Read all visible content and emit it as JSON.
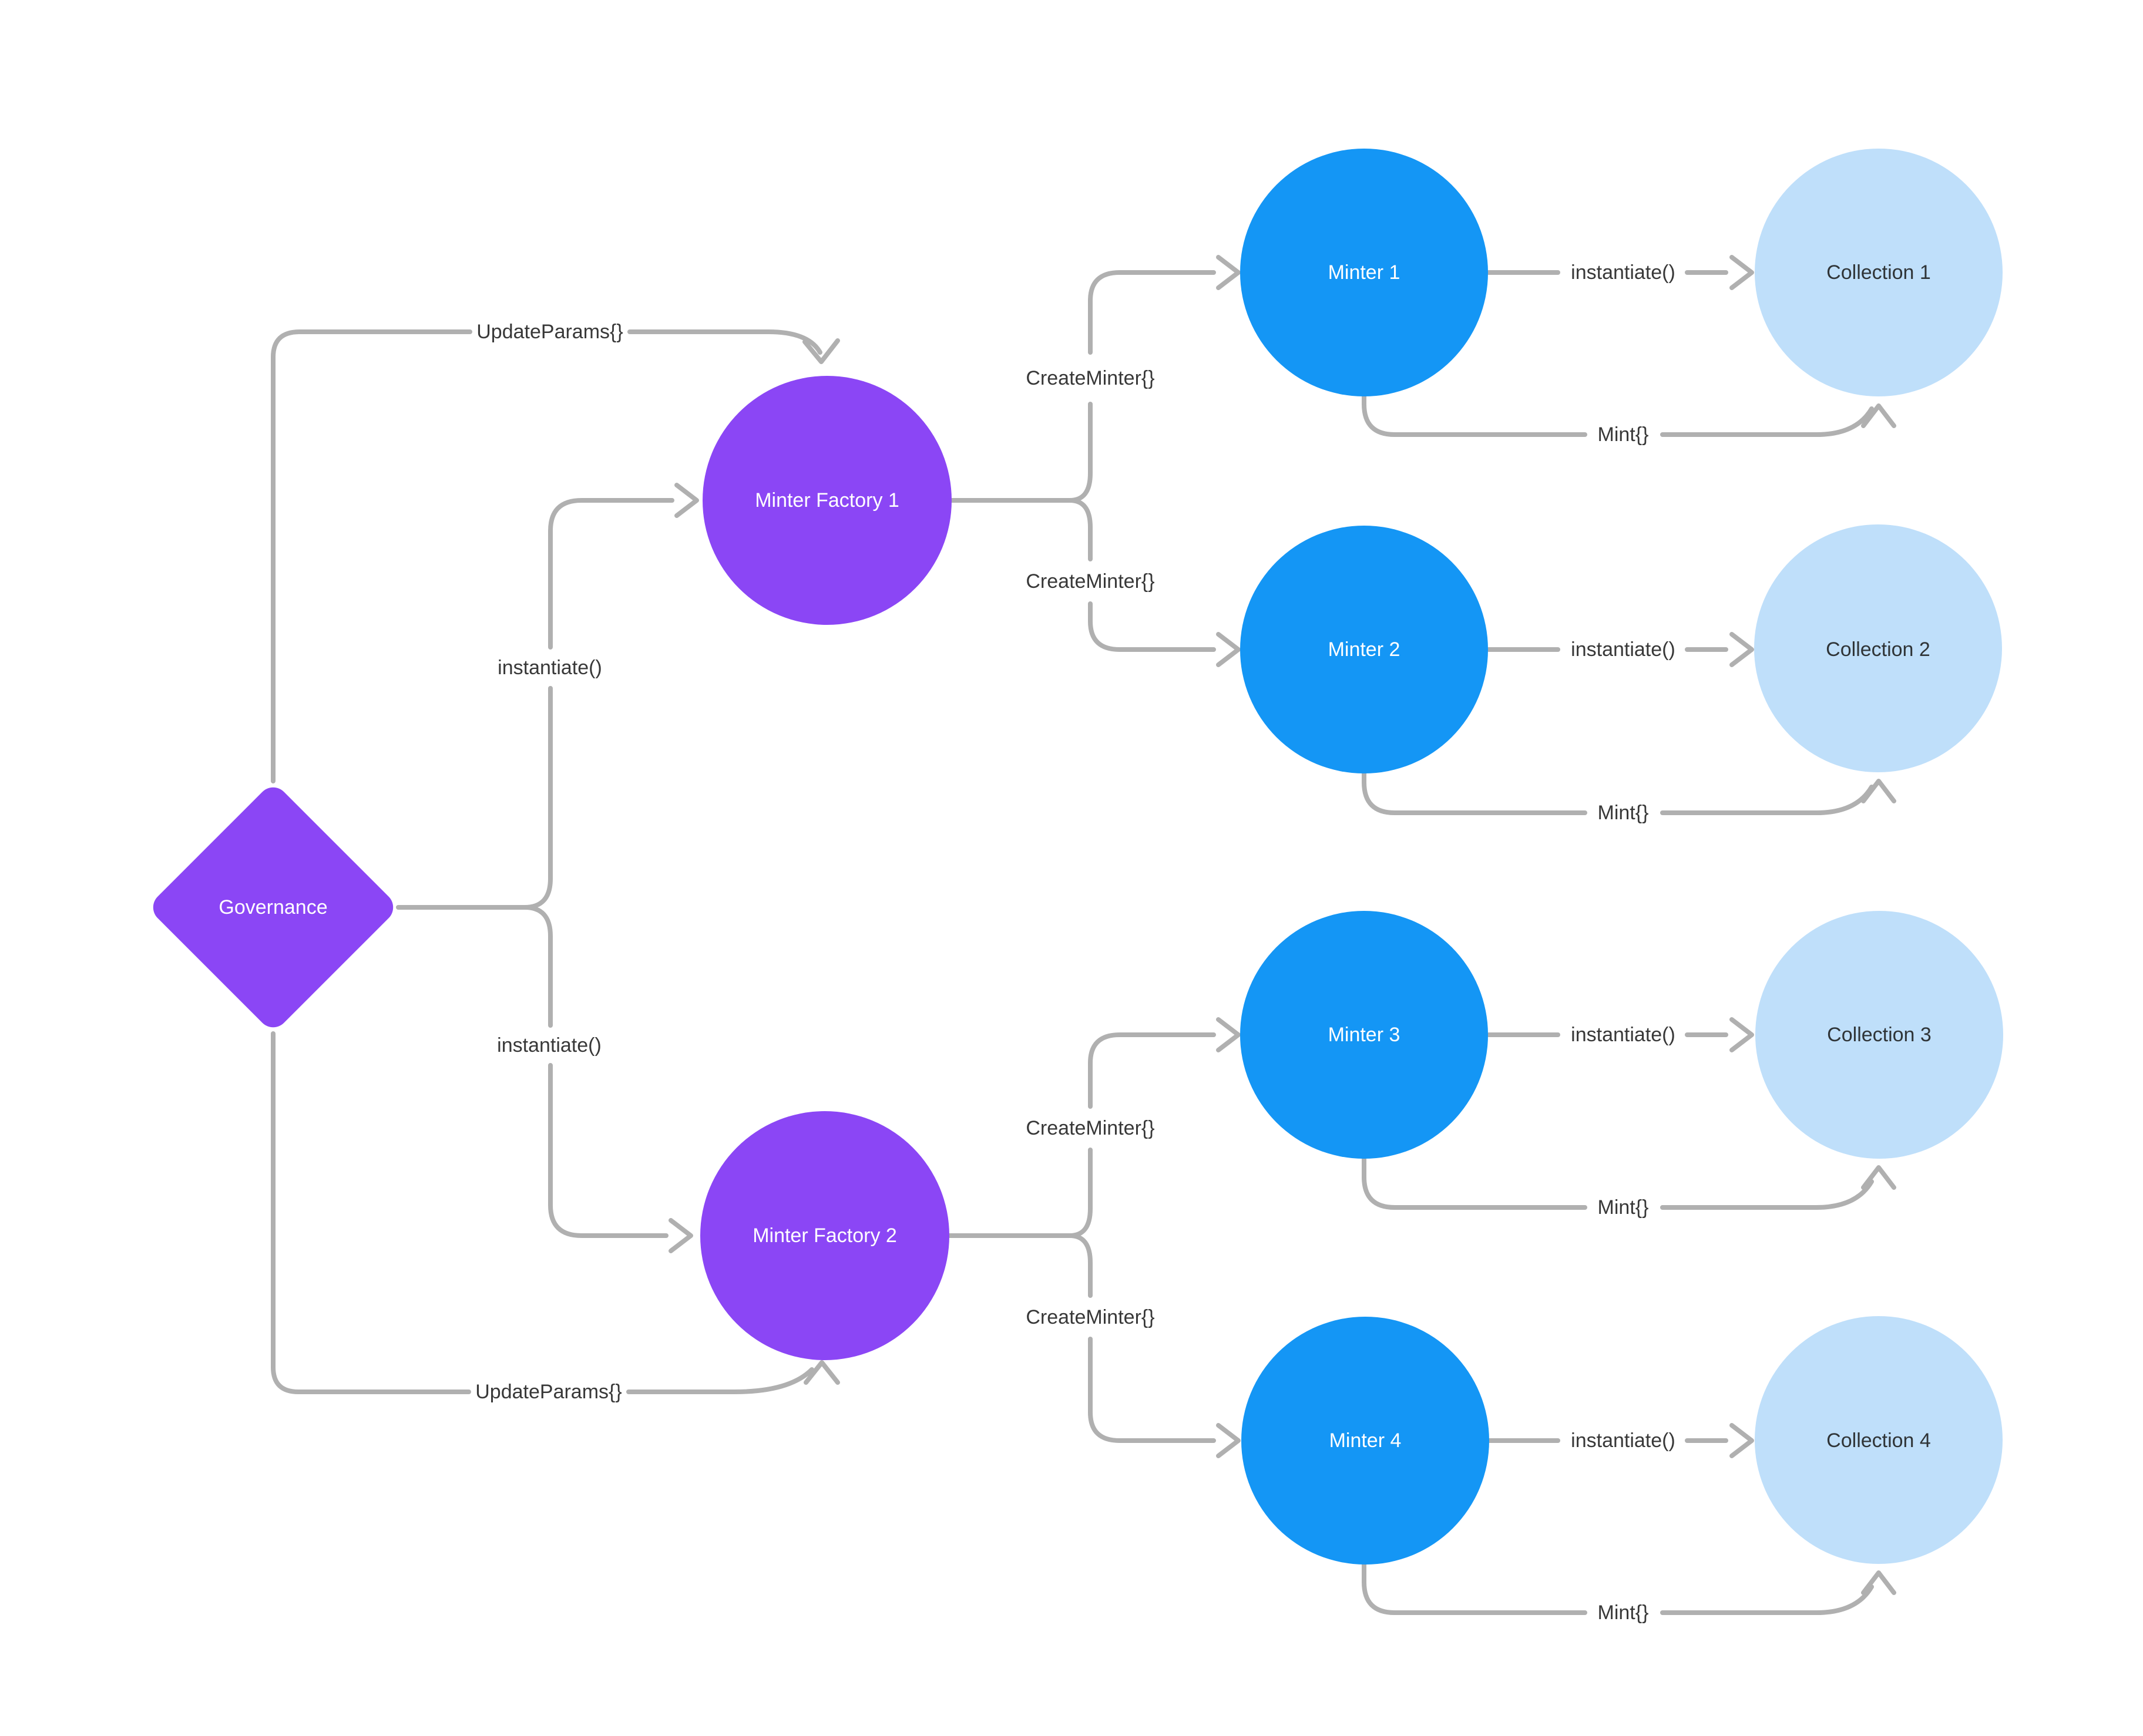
{
  "colors": {
    "governance": "#8B46F5",
    "factory": "#8B46F5",
    "minter": "#1496F5",
    "collection": "#BFDFFA",
    "edge": "#B0B0B0",
    "edge_label": "#383838",
    "node_label_light": "#FFFFFF",
    "node_label_dark": "#2F3437",
    "background": "#FFFFFF"
  },
  "nodes": {
    "governance": {
      "label": "Governance",
      "shape": "diamond"
    },
    "factory1": {
      "label": "Minter Factory 1",
      "shape": "circle"
    },
    "factory2": {
      "label": "Minter Factory 2",
      "shape": "circle"
    },
    "minter1": {
      "label": "Minter 1",
      "shape": "circle"
    },
    "minter2": {
      "label": "Minter 2",
      "shape": "circle"
    },
    "minter3": {
      "label": "Minter 3",
      "shape": "circle"
    },
    "minter4": {
      "label": "Minter 4",
      "shape": "circle"
    },
    "collection1": {
      "label": "Collection 1",
      "shape": "circle"
    },
    "collection2": {
      "label": "Collection 2",
      "shape": "circle"
    },
    "collection3": {
      "label": "Collection 3",
      "shape": "circle"
    },
    "collection4": {
      "label": "Collection 4",
      "shape": "circle"
    }
  },
  "edges": {
    "update_params_top": {
      "label": "UpdateParams{}",
      "from": "governance",
      "to": "factory1"
    },
    "update_params_bottom": {
      "label": "UpdateParams{}",
      "from": "governance",
      "to": "factory2"
    },
    "instantiate_gov_f1": {
      "label": "instantiate()",
      "from": "governance",
      "to": "factory1"
    },
    "instantiate_gov_f2": {
      "label": "instantiate()",
      "from": "governance",
      "to": "factory2"
    },
    "create_minter_f1_a": {
      "label": "CreateMinter{}",
      "from": "factory1",
      "to": "minter1"
    },
    "create_minter_f1_b": {
      "label": "CreateMinter{}",
      "from": "factory1",
      "to": "minter2"
    },
    "create_minter_f2_a": {
      "label": "CreateMinter{}",
      "from": "factory2",
      "to": "minter3"
    },
    "create_minter_f2_b": {
      "label": "CreateMinter{}",
      "from": "factory2",
      "to": "minter4"
    },
    "instantiate_row1": {
      "label": "instantiate()",
      "from": "minter1",
      "to": "collection1"
    },
    "instantiate_row2": {
      "label": "instantiate()",
      "from": "minter2",
      "to": "collection2"
    },
    "instantiate_row3": {
      "label": "instantiate()",
      "from": "minter3",
      "to": "collection3"
    },
    "instantiate_row4": {
      "label": "instantiate()",
      "from": "minter4",
      "to": "collection4"
    },
    "mint_row1": {
      "label": "Mint{}",
      "from": "minter1",
      "to": "collection1"
    },
    "mint_row2": {
      "label": "Mint{}",
      "from": "minter2",
      "to": "collection2"
    },
    "mint_row3": {
      "label": "Mint{}",
      "from": "minter3",
      "to": "collection3"
    },
    "mint_row4": {
      "label": "Mint{}",
      "from": "minter4",
      "to": "collection4"
    }
  }
}
